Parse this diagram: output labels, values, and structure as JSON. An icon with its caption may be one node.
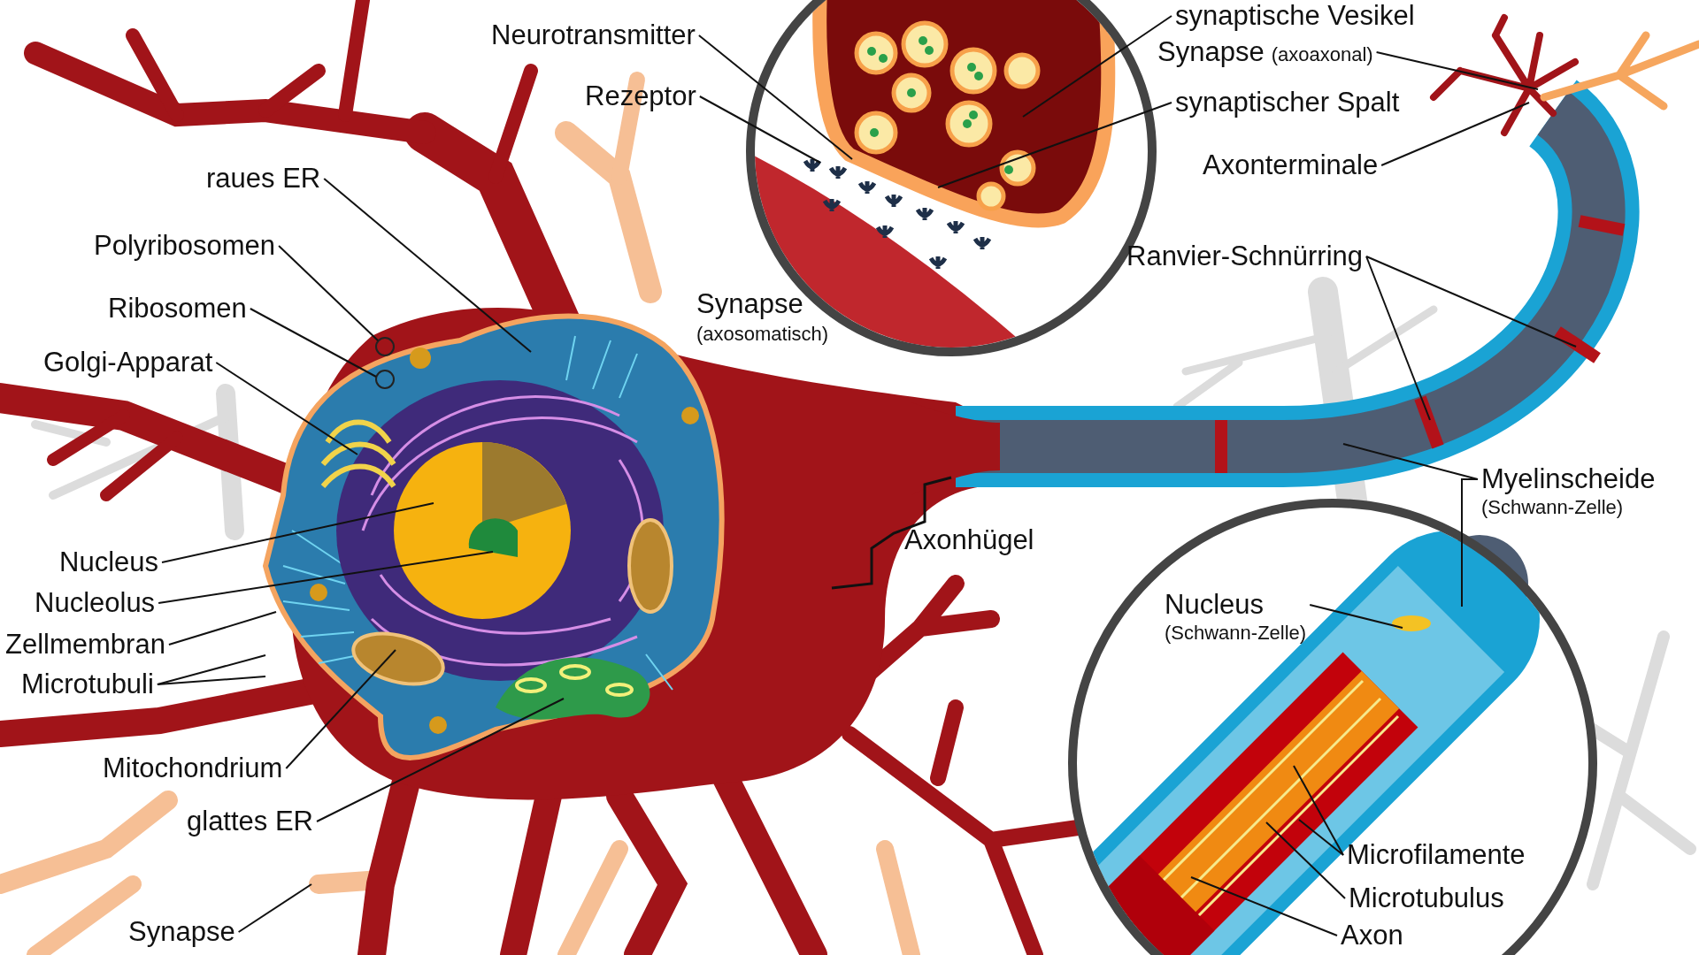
{
  "diagram": {
    "nodes": [
      {
        "text": [
          "Neurotransmitter"
        ]
      },
      {
        "text": [
          "Rezeptor"
        ]
      },
      {
        "text": [
          "raues ER"
        ]
      },
      {
        "text": [
          "Polyribosomen"
        ]
      },
      {
        "text": [
          "Ribosomen"
        ]
      },
      {
        "text": [
          "Golgi-Apparat"
        ]
      },
      {
        "text": [
          "synaptische Vesikel"
        ]
      },
      {
        "text": [
          "Synapse",
          "(axoaxonal)"
        ]
      },
      {
        "text": [
          "synaptischer Spalt"
        ]
      },
      {
        "text": [
          "Axonterminale"
        ]
      },
      {
        "text": [
          "Ranvier-Schnürring"
        ]
      },
      {
        "text": [
          "Myelinscheide",
          "(Schwann-Zelle)"
        ]
      },
      {
        "text": [
          "Nucleus"
        ]
      },
      {
        "text": [
          "Nucleolus"
        ]
      },
      {
        "text": [
          "Zellmembran"
        ]
      },
      {
        "text": [
          "Microtubuli"
        ]
      },
      {
        "text": [
          "Nucleus",
          "(Schwann-Zelle)"
        ]
      },
      {
        "text": [
          "Mitochondrium"
        ]
      },
      {
        "text": [
          "glattes ER"
        ]
      },
      {
        "text": [
          "Microfilamente"
        ]
      },
      {
        "text": [
          "Microtubulus"
        ]
      },
      {
        "text": [
          "Synapse"
        ]
      },
      {
        "text": [
          "Axon"
        ]
      }
    ],
    "edges": [
      {
        "from": 0,
        "to": null,
        "arrow": "none"
      },
      {
        "from": 1,
        "to": null,
        "arrow": "none"
      },
      {
        "from": 2,
        "to": null,
        "arrow": "none"
      },
      {
        "from": 3,
        "to": null,
        "arrow": "none"
      },
      {
        "from": 4,
        "to": null,
        "arrow": "none"
      },
      {
        "from": 5,
        "to": null,
        "arrow": "none"
      },
      {
        "from": 6,
        "to": null,
        "arrow": "none"
      },
      {
        "from": 7,
        "to": null,
        "arrow": "none"
      },
      {
        "from": 8,
        "to": null,
        "arrow": "none"
      },
      {
        "from": 9,
        "to": null,
        "arrow": "none"
      },
      {
        "from": 10,
        "to": null,
        "arrow": "none"
      },
      {
        "from": 10,
        "to": null,
        "arrow": "none"
      },
      {
        "from": 11,
        "to": null,
        "arrow": "none"
      },
      {
        "from": 11,
        "to": null,
        "arrow": "none"
      },
      {
        "from": 12,
        "to": null,
        "arrow": "none"
      },
      {
        "from": 13,
        "to": null,
        "arrow": "none"
      },
      {
        "from": 14,
        "to": null,
        "arrow": "none"
      },
      {
        "from": 15,
        "to": null,
        "arrow": "none"
      },
      {
        "from": 15,
        "to": null,
        "arrow": "none"
      },
      {
        "from": 16,
        "to": null,
        "arrow": "none"
      },
      {
        "from": 17,
        "to": null,
        "arrow": "none"
      },
      {
        "from": 18,
        "to": null,
        "arrow": "none"
      },
      {
        "from": 19,
        "to": null,
        "arrow": "none"
      },
      {
        "from": 19,
        "to": null,
        "arrow": "none"
      },
      {
        "from": 20,
        "to": null,
        "arrow": "none"
      },
      {
        "from": 21,
        "to": null,
        "arrow": "none"
      },
      {
        "from": 22,
        "to": null,
        "arrow": "none"
      }
    ],
    "labels": [
      "Synapse",
      "(axosomatisch)",
      "Axonhügel"
    ]
  }
}
